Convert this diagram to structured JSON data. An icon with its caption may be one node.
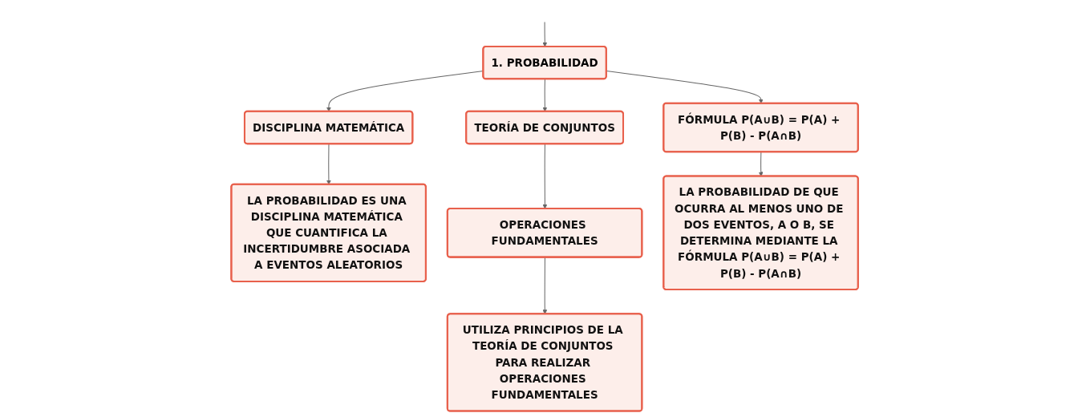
{
  "diagram": {
    "nodes": [
      {
        "text": [
          "1. PROBABILIDAD"
        ]
      },
      {
        "text": [
          "DISCIPLINA MATEMÁTICA"
        ]
      },
      {
        "text": [
          "TEORÍA DE CONJUNTOS"
        ]
      },
      {
        "text": [
          "FÓRMULA P(A∪B) = P(A) + P(B) - P(A∩B)"
        ]
      },
      {
        "text": [
          "LA PROBABILIDAD ES UNA DISCIPLINA MATEMÁTICA QUE CUANTIFICA LA INCERTIDUMBRE ASOCIADA A EVENTOS ALEATORIOS"
        ]
      },
      {
        "text": [
          "OPERACIONES FUNDAMENTALES"
        ]
      },
      {
        "text": [
          "UTILIZA PRINCIPIOS DE LA TEORÍA DE CONJUNTOS PARA REALIZAR OPERACIONES FUNDAMENTALES"
        ]
      },
      {
        "text": [
          "LA PROBABILIDAD DE QUE OCURRA AL MENOS UNO DE DOS EVENTOS, A O B, SE DETERMINA MEDIANTE LA FÓRMULA P(A∪B) = P(A) + P(B) - P(A∩B)"
        ]
      }
    ],
    "edges": [
      {
        "from": null,
        "to": 0,
        "arrow": "to"
      },
      {
        "from": 0,
        "to": 1,
        "arrow": "to"
      },
      {
        "from": 0,
        "to": 2,
        "arrow": "to"
      },
      {
        "from": 0,
        "to": 3,
        "arrow": "to"
      },
      {
        "from": 1,
        "to": 4,
        "arrow": "to"
      },
      {
        "from": 2,
        "to": 5,
        "arrow": "to"
      },
      {
        "from": 5,
        "to": 6,
        "arrow": "to"
      },
      {
        "from": 3,
        "to": 7,
        "arrow": "to"
      }
    ]
  }
}
